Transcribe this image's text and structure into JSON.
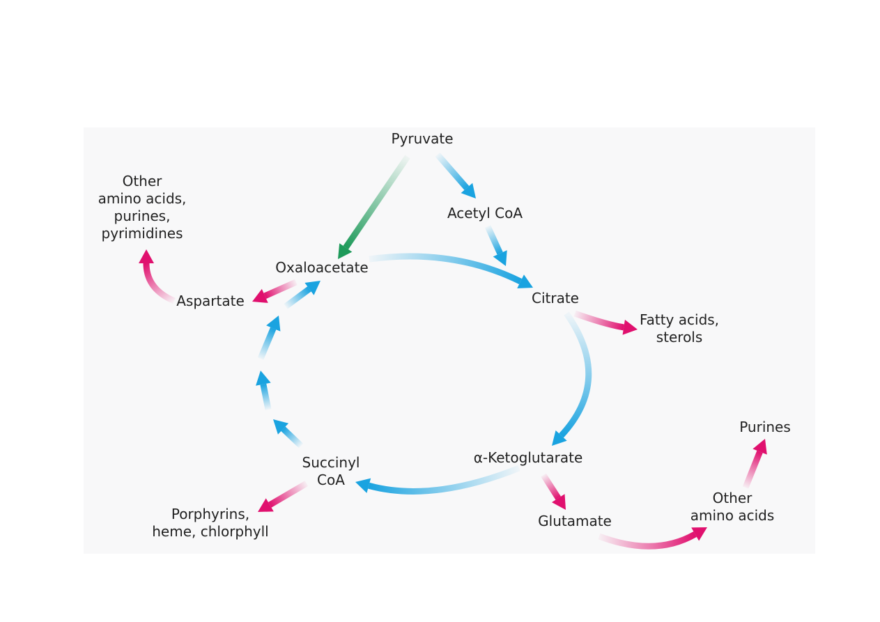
{
  "diagram": {
    "nodes": {
      "pyruvate": {
        "lines": [
          "Pyruvate"
        ]
      },
      "acetyl_coa": {
        "lines": [
          "Acetyl CoA"
        ]
      },
      "oxaloacetate": {
        "lines": [
          "Oxaloacetate"
        ]
      },
      "citrate": {
        "lines": [
          "Citrate"
        ]
      },
      "aspartate": {
        "lines": [
          "Aspartate"
        ]
      },
      "other_amino_purines": {
        "lines": [
          "Other",
          "amino acids,",
          "purines,",
          "pyrimidines"
        ]
      },
      "fatty_acids": {
        "lines": [
          "Fatty acids,",
          "sterols"
        ]
      },
      "ketoglutarate": {
        "lines": [
          "α-Ketoglutarate"
        ]
      },
      "succinyl_coa": {
        "lines": [
          "Succinyl",
          "CoA"
        ]
      },
      "porphyrins": {
        "lines": [
          "Porphyrins,",
          "heme, chlorphyll"
        ]
      },
      "glutamate": {
        "lines": [
          "Glutamate"
        ]
      },
      "other_amino": {
        "lines": [
          "Other",
          "amino acids"
        ]
      },
      "purines": {
        "lines": [
          "Purines"
        ]
      }
    },
    "colors": {
      "cycle_arrow": "#1aa3e0",
      "branch_arrow": "#e0106e",
      "anaplerotic_arrow": "#1e9a5a",
      "text": "#1f1f1f",
      "panel": "#f8f8f9"
    }
  }
}
